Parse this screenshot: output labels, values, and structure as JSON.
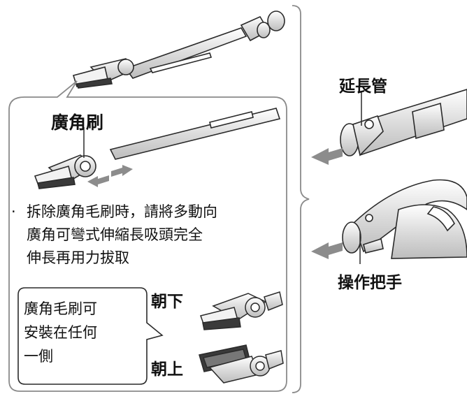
{
  "labels": {
    "wide_brush": "廣角刷",
    "extension_tube": "延長管",
    "operating_handle": "操作把手",
    "face_down": "朝下",
    "face_up": "朝上"
  },
  "note": {
    "bullet": "·",
    "lines": [
      "拆除廣角毛刷時，請將多動向",
      "廣角可彎式伸縮長吸頭完全",
      "伸長再用力拔取"
    ]
  },
  "callout": {
    "lines": [
      "廣角毛刷可",
      "安裝在任何",
      "一側"
    ]
  },
  "colors": {
    "line": "#2a2a2a",
    "frame": "#8a8a8a",
    "arrow": "#8c8c8c",
    "part_fill": "#e6e6e6",
    "dark_part": "#3a3a3a"
  }
}
